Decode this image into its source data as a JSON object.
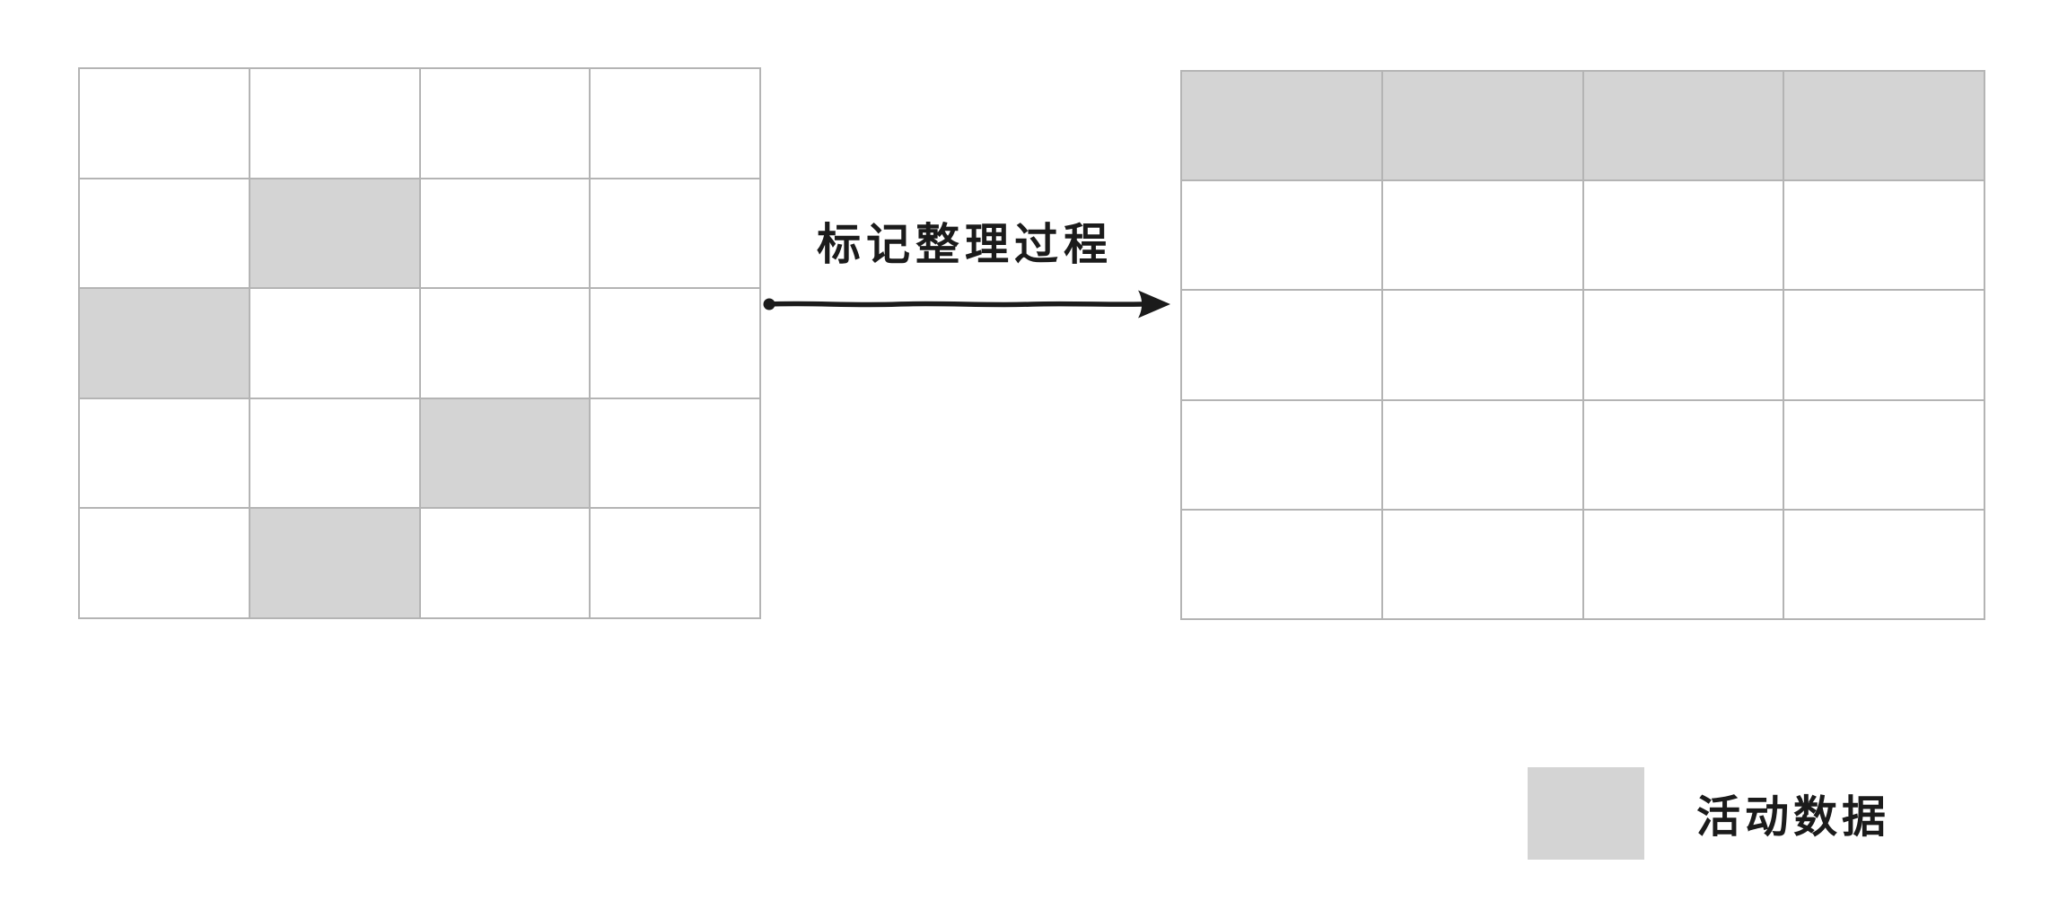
{
  "canvas": {
    "background": "#ffffff"
  },
  "colors": {
    "active_fill": "#d4d4d4",
    "grid_border": "#b4b4b4",
    "ink": "#1b1b1b"
  },
  "process": {
    "arrow_label": "标记整理过程",
    "arrow_icon": "right-arrow"
  },
  "left_grid": {
    "rows": 5,
    "cols": 4,
    "active_cells": [
      [
        1,
        1
      ],
      [
        2,
        0
      ],
      [
        3,
        2
      ],
      [
        4,
        1
      ]
    ]
  },
  "right_grid": {
    "rows": 5,
    "cols": 4,
    "active_cells": [
      [
        0,
        0
      ],
      [
        0,
        1
      ],
      [
        0,
        2
      ],
      [
        0,
        3
      ]
    ]
  },
  "legend": {
    "label": "活动数据",
    "swatch_color": "#d4d4d4"
  }
}
